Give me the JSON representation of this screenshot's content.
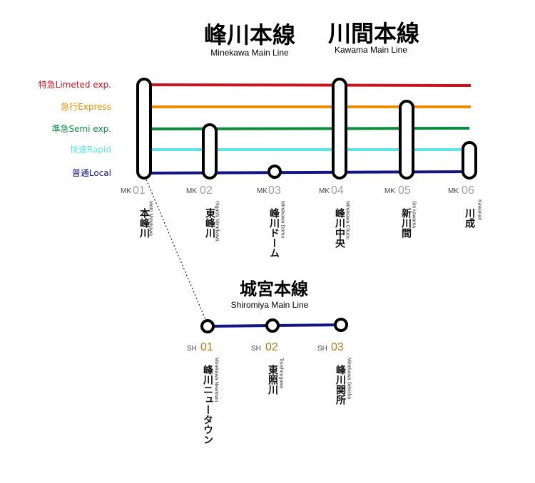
{
  "titles": {
    "minekawa_jp": "峰川本線",
    "minekawa_en": "Minekawa Main Line",
    "kawama_jp": "川間本線",
    "kawama_en": "Kawama Main Line",
    "shiromiya_jp": "城宮本線",
    "shiromiya_en": "Shiromiya Main Line"
  },
  "colors": {
    "limited": "#c8141e",
    "express": "#ee8c00",
    "semi": "#0a8c3c",
    "rapid": "#5ae6eb",
    "local": "#141482",
    "mk_code": "#a0a0a0",
    "sh_code": "#b4781e"
  },
  "services": [
    {
      "id": "limited",
      "label": "特急Limeted exp."
    },
    {
      "id": "express",
      "label": "急行Express"
    },
    {
      "id": "semi",
      "label": "準急Semi exp."
    },
    {
      "id": "rapid",
      "label": "快速Rapid"
    },
    {
      "id": "local",
      "label": "普通Local"
    }
  ],
  "mk_stations": [
    {
      "prefix": "MK",
      "num": "01",
      "jp": "本峰川",
      "en": "Moto Minekawa"
    },
    {
      "prefix": "MK",
      "num": "02",
      "jp": "東峰川",
      "en": "Higashi Minekawa"
    },
    {
      "prefix": "MK",
      "num": "03",
      "jp": "峰川ドーム",
      "en": "Minekawa Domu"
    },
    {
      "prefix": "MK",
      "num": "04",
      "jp": "峰川中央",
      "en": "Minekawa Chuou"
    },
    {
      "prefix": "MK",
      "num": "05",
      "jp": "新川間",
      "en": "Sin kawama"
    },
    {
      "prefix": "MK",
      "num": "06",
      "jp": "川成",
      "en": "Kawanari"
    }
  ],
  "sh_stations": [
    {
      "prefix": "SH",
      "num": "01",
      "jp": "峰川ニュータウン",
      "en": "Minekawa Newtown"
    },
    {
      "prefix": "SH",
      "num": "02",
      "jp": "東照川",
      "en": "Toushougawa"
    },
    {
      "prefix": "SH",
      "num": "03",
      "jp": "峰川関所",
      "en": "Minekawa Sekisho"
    }
  ]
}
